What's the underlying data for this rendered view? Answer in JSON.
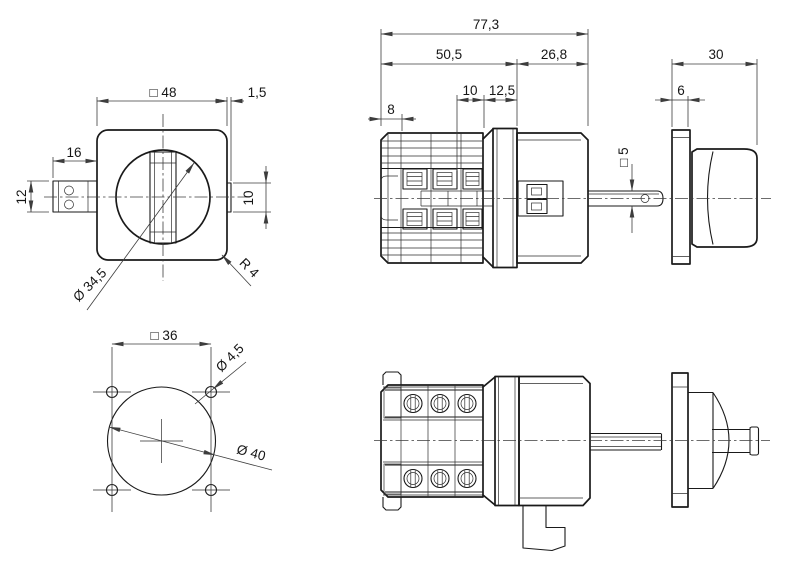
{
  "views": {
    "front": {
      "dims": {
        "square48": "□ 48",
        "plate_thickness": "1,5",
        "tab_width": "16",
        "tab_height": "12",
        "shaft_tab_height": "10",
        "knob_diameter": "Ø 34,5",
        "corner_radius": "R 4"
      }
    },
    "side": {
      "dims": {
        "overall_length": "77,3",
        "body_length": "50,5",
        "front_length": "26,8",
        "knob_length": "30",
        "terminal_offset": "10",
        "flange_length": "12,5",
        "terminal_depth": "8",
        "plate_depth": "6",
        "shaft_square": "□ 5"
      }
    },
    "mounting": {
      "dims": {
        "hole_pitch_square": "□ 36",
        "hole_diameter": "Ø 4,5",
        "cutout_diameter": "Ø 40"
      }
    }
  }
}
